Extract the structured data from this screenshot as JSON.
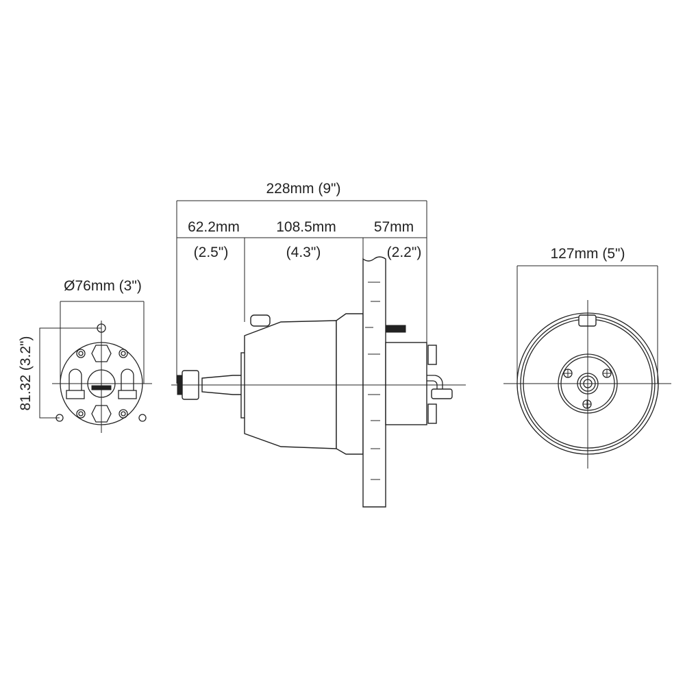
{
  "colors": {
    "line": "#222222",
    "background": "#ffffff"
  },
  "front_view": {
    "diameter_label": "Ø76mm (3\")",
    "height_label": "81.32 (3.2\")"
  },
  "side_view": {
    "overall_length_label": "228mm (9\")",
    "segments": [
      {
        "mm": "62.2mm",
        "inch": "(2.5\")"
      },
      {
        "mm": "108.5mm",
        "inch": "(4.3\")"
      },
      {
        "mm": "57mm",
        "inch": "(2.2\")"
      }
    ]
  },
  "rear_view": {
    "diameter_label": "127mm (5\")"
  }
}
